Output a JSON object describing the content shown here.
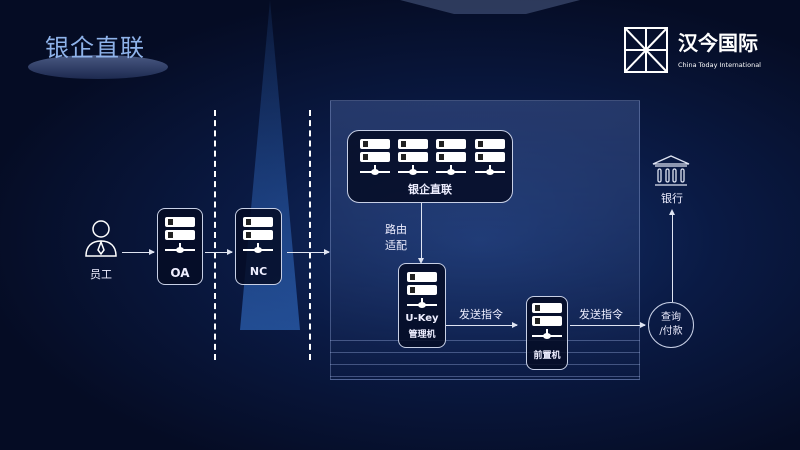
{
  "header": {
    "title": "银企直联",
    "logo_name": "汉今国际",
    "logo_subtitle": "China Today International"
  },
  "nodes": {
    "employee": "员工",
    "oa": "OA",
    "nc": "NC",
    "cluster": "银企直联",
    "route": "路由\n适配",
    "ukey_line1": "U-Key",
    "ukey_line2": "管理机",
    "front": "前置机",
    "bank": "银行",
    "query": "查询\n/付款"
  },
  "edges": {
    "send1": "发送指令",
    "send2": "发送指令"
  },
  "colors": {
    "background": "#050c24",
    "title": "#8fb3ea"
  }
}
